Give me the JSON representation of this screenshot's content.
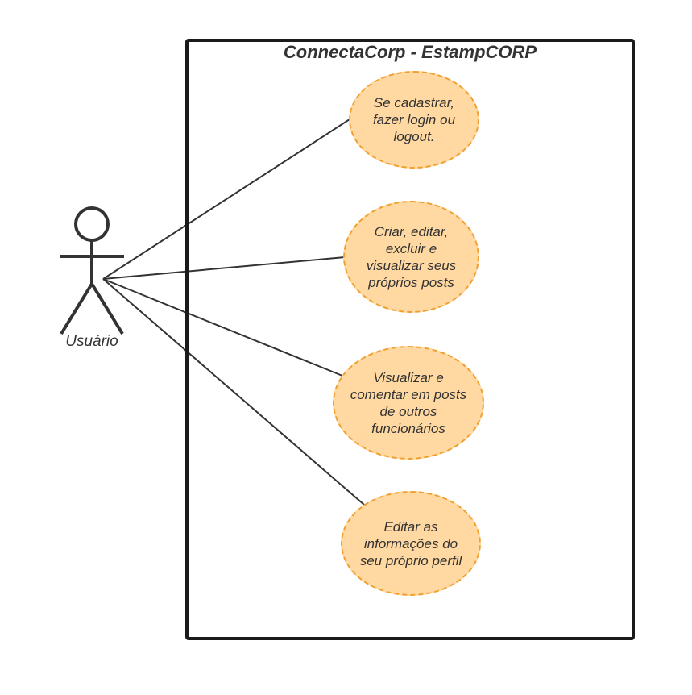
{
  "system": {
    "title": "ConnectaCorp - EstampCORP"
  },
  "actor": {
    "label": "Usuário"
  },
  "use_cases": [
    {
      "label": "Se cadastrar, fazer login ou logout."
    },
    {
      "label": "Criar, editar, excluir e visualizar seus próprios posts"
    },
    {
      "label": "Visualizar e comentar em posts de outros funcionários"
    },
    {
      "label": "Editar as informações do seu próprio perfil"
    }
  ],
  "colors": {
    "usecase_fill": "#ffd9a1",
    "usecase_border": "#f0a030",
    "line": "#333333",
    "boundary": "#1a1a1a"
  }
}
